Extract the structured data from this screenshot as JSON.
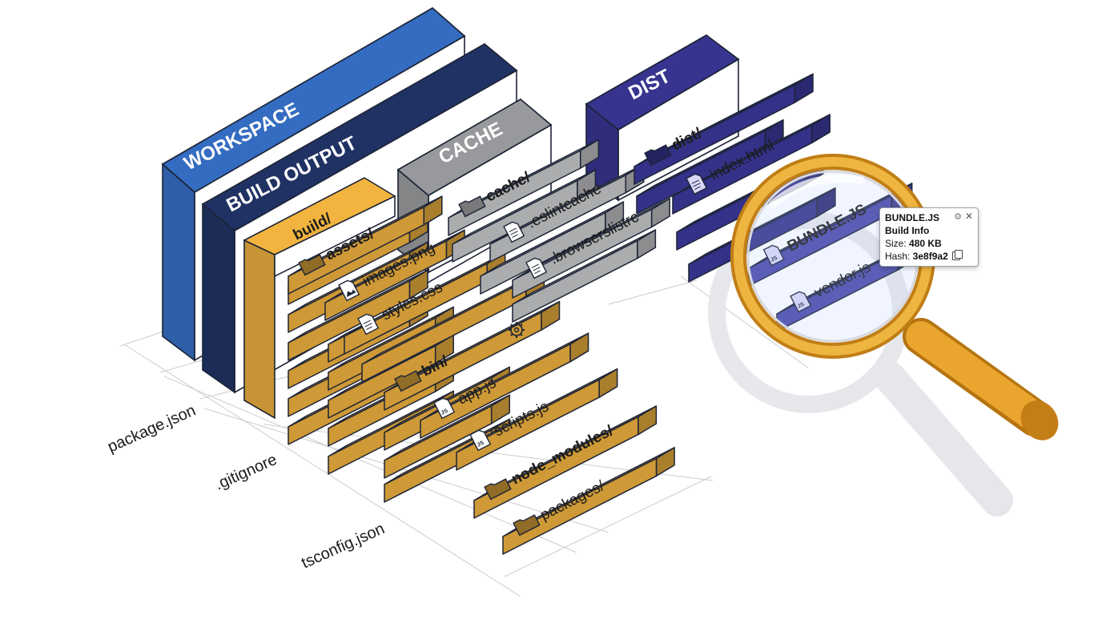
{
  "panels": {
    "workspace": "WORKSPACE",
    "build_output": "BUILD OUTPUT",
    "cache": "CACHE",
    "dist": "DIST"
  },
  "build_stack": {
    "header": "build/",
    "assets": "assets/",
    "images": "images.png",
    "styles": "styles.css",
    "bin": "bin/",
    "app": "app.js",
    "scripts": "scripts.js",
    "node_modules": "node_modules/",
    "packages": "packages/"
  },
  "cache_stack": {
    "cache": "cache/",
    "eslintcache": ".eslintcache",
    "browserslistrc": ".browserslistrc"
  },
  "dist_stack": {
    "dist": "dist/",
    "index": "index.html",
    "bundle": "BUNDLE.JS",
    "vendor": "vendor.js"
  },
  "root_files": [
    "package.json",
    ".gitignore",
    "tsconfig.json"
  ],
  "popup": {
    "title": "BUNDLE.JS",
    "subtitle": "Build Info",
    "size_label": "Size:",
    "size_value": "480 KB",
    "hash_label": "Hash:",
    "hash_value": "3e8f9a2"
  },
  "icons": {
    "file": "file-icon",
    "folder": "folder-icon",
    "image": "image-icon",
    "js": "js-file-icon",
    "settings": "gear-icon",
    "magnifier": "magnifier-icon",
    "copy": "copy-icon",
    "close": "close-icon"
  },
  "colors": {
    "workspace_blue": "#3a78d6",
    "build_navy": "#24386f",
    "cache_gray": "#a9aaad",
    "dist_purple": "#3d3aa0",
    "build_orange": "#f2b43f",
    "magnifier_gold": "#e7a227"
  }
}
